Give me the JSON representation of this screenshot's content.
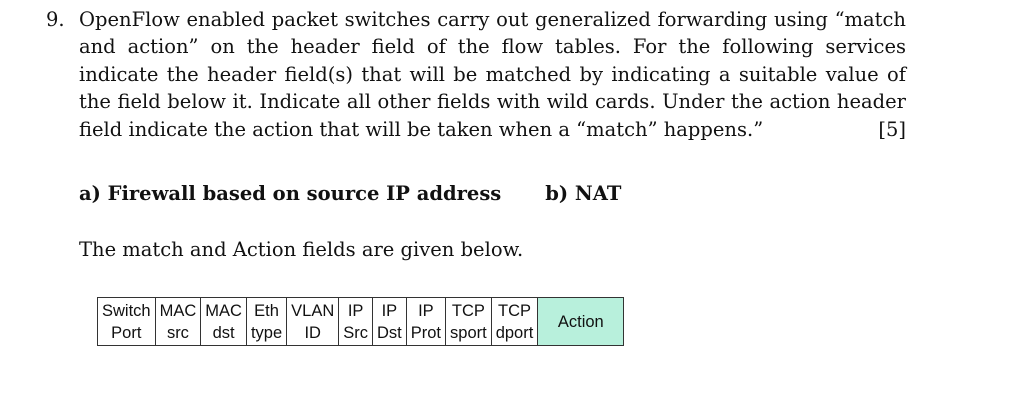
{
  "question": {
    "number": "9.",
    "text": "OpenFlow enabled packet switches carry out generalized forwarding using “match and action” on the header field of the flow tables.  For the following services indicate the header field(s) that will be matched by indicating a suitable value of the field below it. Indicate all other fields with wild cards. Under the action header field indicate the action that will be taken when a “match” happens.”",
    "marks": "[5]"
  },
  "subparts": {
    "a": "a) Firewall based on source IP address",
    "b": "b) NAT"
  },
  "fields_intro": "The match and Action fields are given below.",
  "header_fields": [
    {
      "line1": "Switch",
      "line2": "Port"
    },
    {
      "line1": "MAC",
      "line2": "src"
    },
    {
      "line1": "MAC",
      "line2": "dst"
    },
    {
      "line1": "Eth",
      "line2": "type"
    },
    {
      "line1": "VLAN",
      "line2": "ID"
    },
    {
      "line1": "IP",
      "line2": "Src"
    },
    {
      "line1": "IP",
      "line2": "Dst"
    },
    {
      "line1": "IP",
      "line2": "Prot"
    },
    {
      "line1": "TCP",
      "line2": "sport"
    },
    {
      "line1": "TCP",
      "line2": "dport"
    }
  ],
  "action_label": "Action",
  "colors": {
    "action_background": "#b8f0dc",
    "border": "#333333"
  }
}
